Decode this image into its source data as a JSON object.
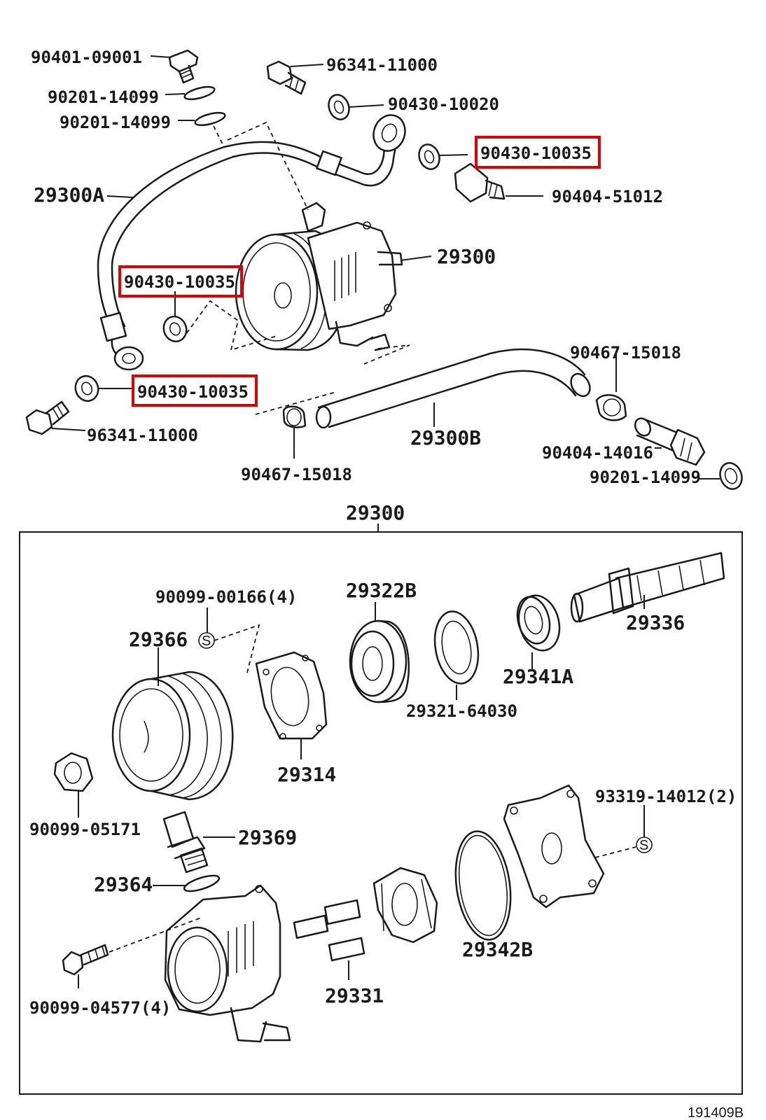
{
  "colors": {
    "ink": "#1a1a1a",
    "highlight": "#e00000",
    "background": "#ffffff"
  },
  "parts": {
    "p_90401_09001": "90401-09001",
    "p_96341_11000_top": "96341-11000",
    "p_90201_14099_a": "90201-14099",
    "p_90201_14099_b": "90201-14099",
    "p_90430_10020": "90430-10020",
    "p_90430_10035_top": "90430-10035",
    "p_29300A": "29300A",
    "p_90404_51012": "90404-51012",
    "p_29300_pump": "29300",
    "p_90430_10035_mid": "90430-10035",
    "p_90467_15018_right": "90467-15018",
    "p_90430_10035_low": "90430-10035",
    "p_96341_11000_low": "96341-11000",
    "p_29300B": "29300B",
    "p_90404_14016": "90404-14016",
    "p_90201_14099_c": "90201-14099",
    "p_90467_15018_left": "90467-15018",
    "p_29300_box": "29300",
    "p_90099_00166": "90099-00166(4)",
    "p_29322B": "29322B",
    "p_29336": "29336",
    "p_29366": "29366",
    "p_29341A": "29341A",
    "p_29321_64030": "29321-64030",
    "p_29314": "29314",
    "p_90099_05171": "90099-05171",
    "p_93319_14012": "93319-14012(2)",
    "p_29369": "29369",
    "p_29364": "29364",
    "p_29342B": "29342B",
    "p_29331": "29331",
    "p_90099_04577": "90099-04577(4)"
  },
  "symbols": {
    "s_mark_a": "S",
    "s_mark_b": "S"
  },
  "footer": {
    "figure_id": "191409B"
  }
}
